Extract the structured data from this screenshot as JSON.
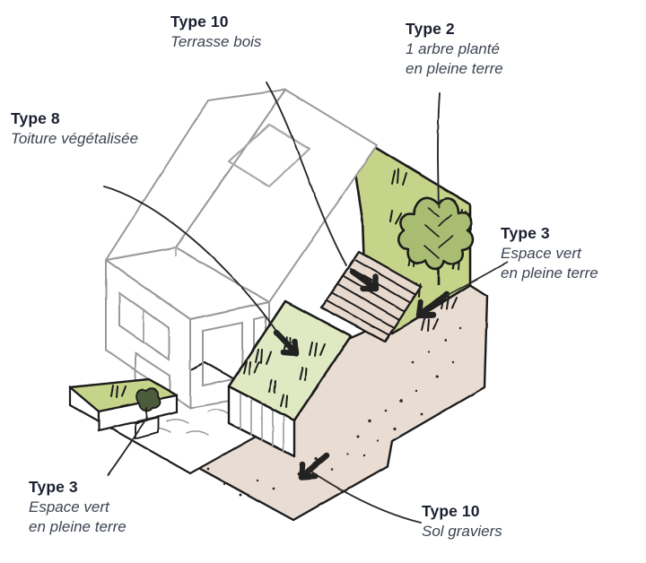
{
  "document": {
    "kind": "isometric-sketch-diagram",
    "subject": "Maison individuelle avec surfaces végétalisées et perméables",
    "language": "fr",
    "background": "#ffffff"
  },
  "palette": {
    "title_text": "#1b2030",
    "subtitle_text": "#3c4452",
    "leader_line": "#2b2b2b",
    "building_outline": "#9a9a9a",
    "ground_outline": "#1d1d1d",
    "roof_green": "#dfe9c2",
    "lawn_green": "#c5d489",
    "tree_green": "#a9bd72",
    "gravel_beige": "#e9dcd2",
    "terrace_wood": "#e8d9cf"
  },
  "callouts": [
    {
      "id": "type10-terrasse",
      "title": "Type 10",
      "subtitle_lines": [
        "Terrasse bois"
      ],
      "leader": "curve-down-right",
      "target": "escalier-terrasse-bois"
    },
    {
      "id": "type2",
      "title": "Type 2",
      "subtitle_lines": [
        "1 arbre planté",
        "en pleine terre"
      ],
      "leader": "curve-down",
      "target": "arbre"
    },
    {
      "id": "type8",
      "title": "Type 8",
      "subtitle_lines": [
        "Toiture végétalisée"
      ],
      "leader": "curve-down-right",
      "target": "toiture-vegetalisee"
    },
    {
      "id": "type3-right",
      "title": "Type 3",
      "subtitle_lines": [
        "Espace vert",
        "en pleine terre"
      ],
      "leader": "short-left",
      "target": "pelouse-laterale"
    },
    {
      "id": "type3-left",
      "title": "Type 3",
      "subtitle_lines": [
        "Espace vert",
        "en pleine terre"
      ],
      "leader": "straight-up-right",
      "target": "jardiniere-avant"
    },
    {
      "id": "type10-gravier",
      "title": "Type 10",
      "subtitle_lines": [
        "Sol graviers"
      ],
      "leader": "curve-up-left",
      "target": "allee-graviers"
    }
  ],
  "scene_elements": [
    {
      "name": "maison",
      "label": "Maison à toit à deux pans avec fenêtre de toit"
    },
    {
      "name": "toiture-vegetalisee",
      "label": "Toiture végétalisée (Type 8)",
      "fill": "#dfe9c2"
    },
    {
      "name": "pelouse-laterale",
      "label": "Espace vert en pleine terre (Type 3)",
      "fill": "#c5d489"
    },
    {
      "name": "arbre",
      "label": "1 arbre planté en pleine terre (Type 2)",
      "fill": "#a9bd72"
    },
    {
      "name": "escalier-terrasse-bois",
      "label": "Terrasse / escalier bois (Type 10)",
      "fill": "#e8d9cf"
    },
    {
      "name": "allee-graviers",
      "label": "Sol graviers (Type 10)",
      "fill": "#e9dcd2"
    },
    {
      "name": "jardiniere-avant",
      "label": "Espace vert en pleine terre (Type 3)",
      "fill": "#c5d489"
    },
    {
      "name": "allee-dallee",
      "label": "Allée dallée devant la maison",
      "fill": "#ffffff"
    }
  ]
}
